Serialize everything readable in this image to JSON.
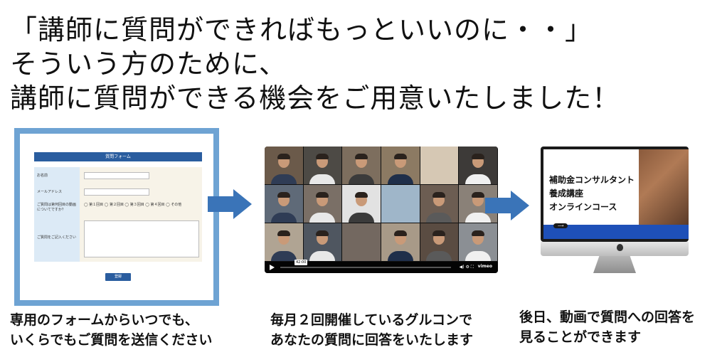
{
  "headline": {
    "line1": "「講師に質問ができればもっといいのに・・」",
    "line2": "そういう方のために、",
    "line3": "講師に質問ができる機会をご用意いたしました！"
  },
  "form": {
    "title": "質問フォーム",
    "name_label": "お名前",
    "email_label": "メールアドレス",
    "video_label": "ご質問は第何回目の動画についてですか？",
    "options": "◯ 第１回目 ◯ 第２回目 ◯ 第３回目 ◯ 第４回目 ◯ その他",
    "question_label": "ご質問をご記入ください",
    "submit_label": "登録"
  },
  "video": {
    "time": "42:00",
    "brand": "vimeo"
  },
  "monitor": {
    "line1": "補助金コンサルタント",
    "line2": "養成講座",
    "line3": "オンラインコース",
    "pill": "⟶"
  },
  "captions": {
    "c1_line1": "専用のフォームからいつでも、",
    "c1_line2": "いくらでもご質問を送信ください",
    "c2_line1": "毎月２回開催しているグルコンで",
    "c2_line2": "あなたの質問に回答をいたします",
    "c3_line1": "後日、動画で質問への回答を",
    "c3_line2": "見ることができます"
  },
  "colors": {
    "arrow": "#3a74b8",
    "form_frame": "#6ea3d3",
    "form_header": "#2a5d9f",
    "screen_band": "#1e50b8"
  }
}
